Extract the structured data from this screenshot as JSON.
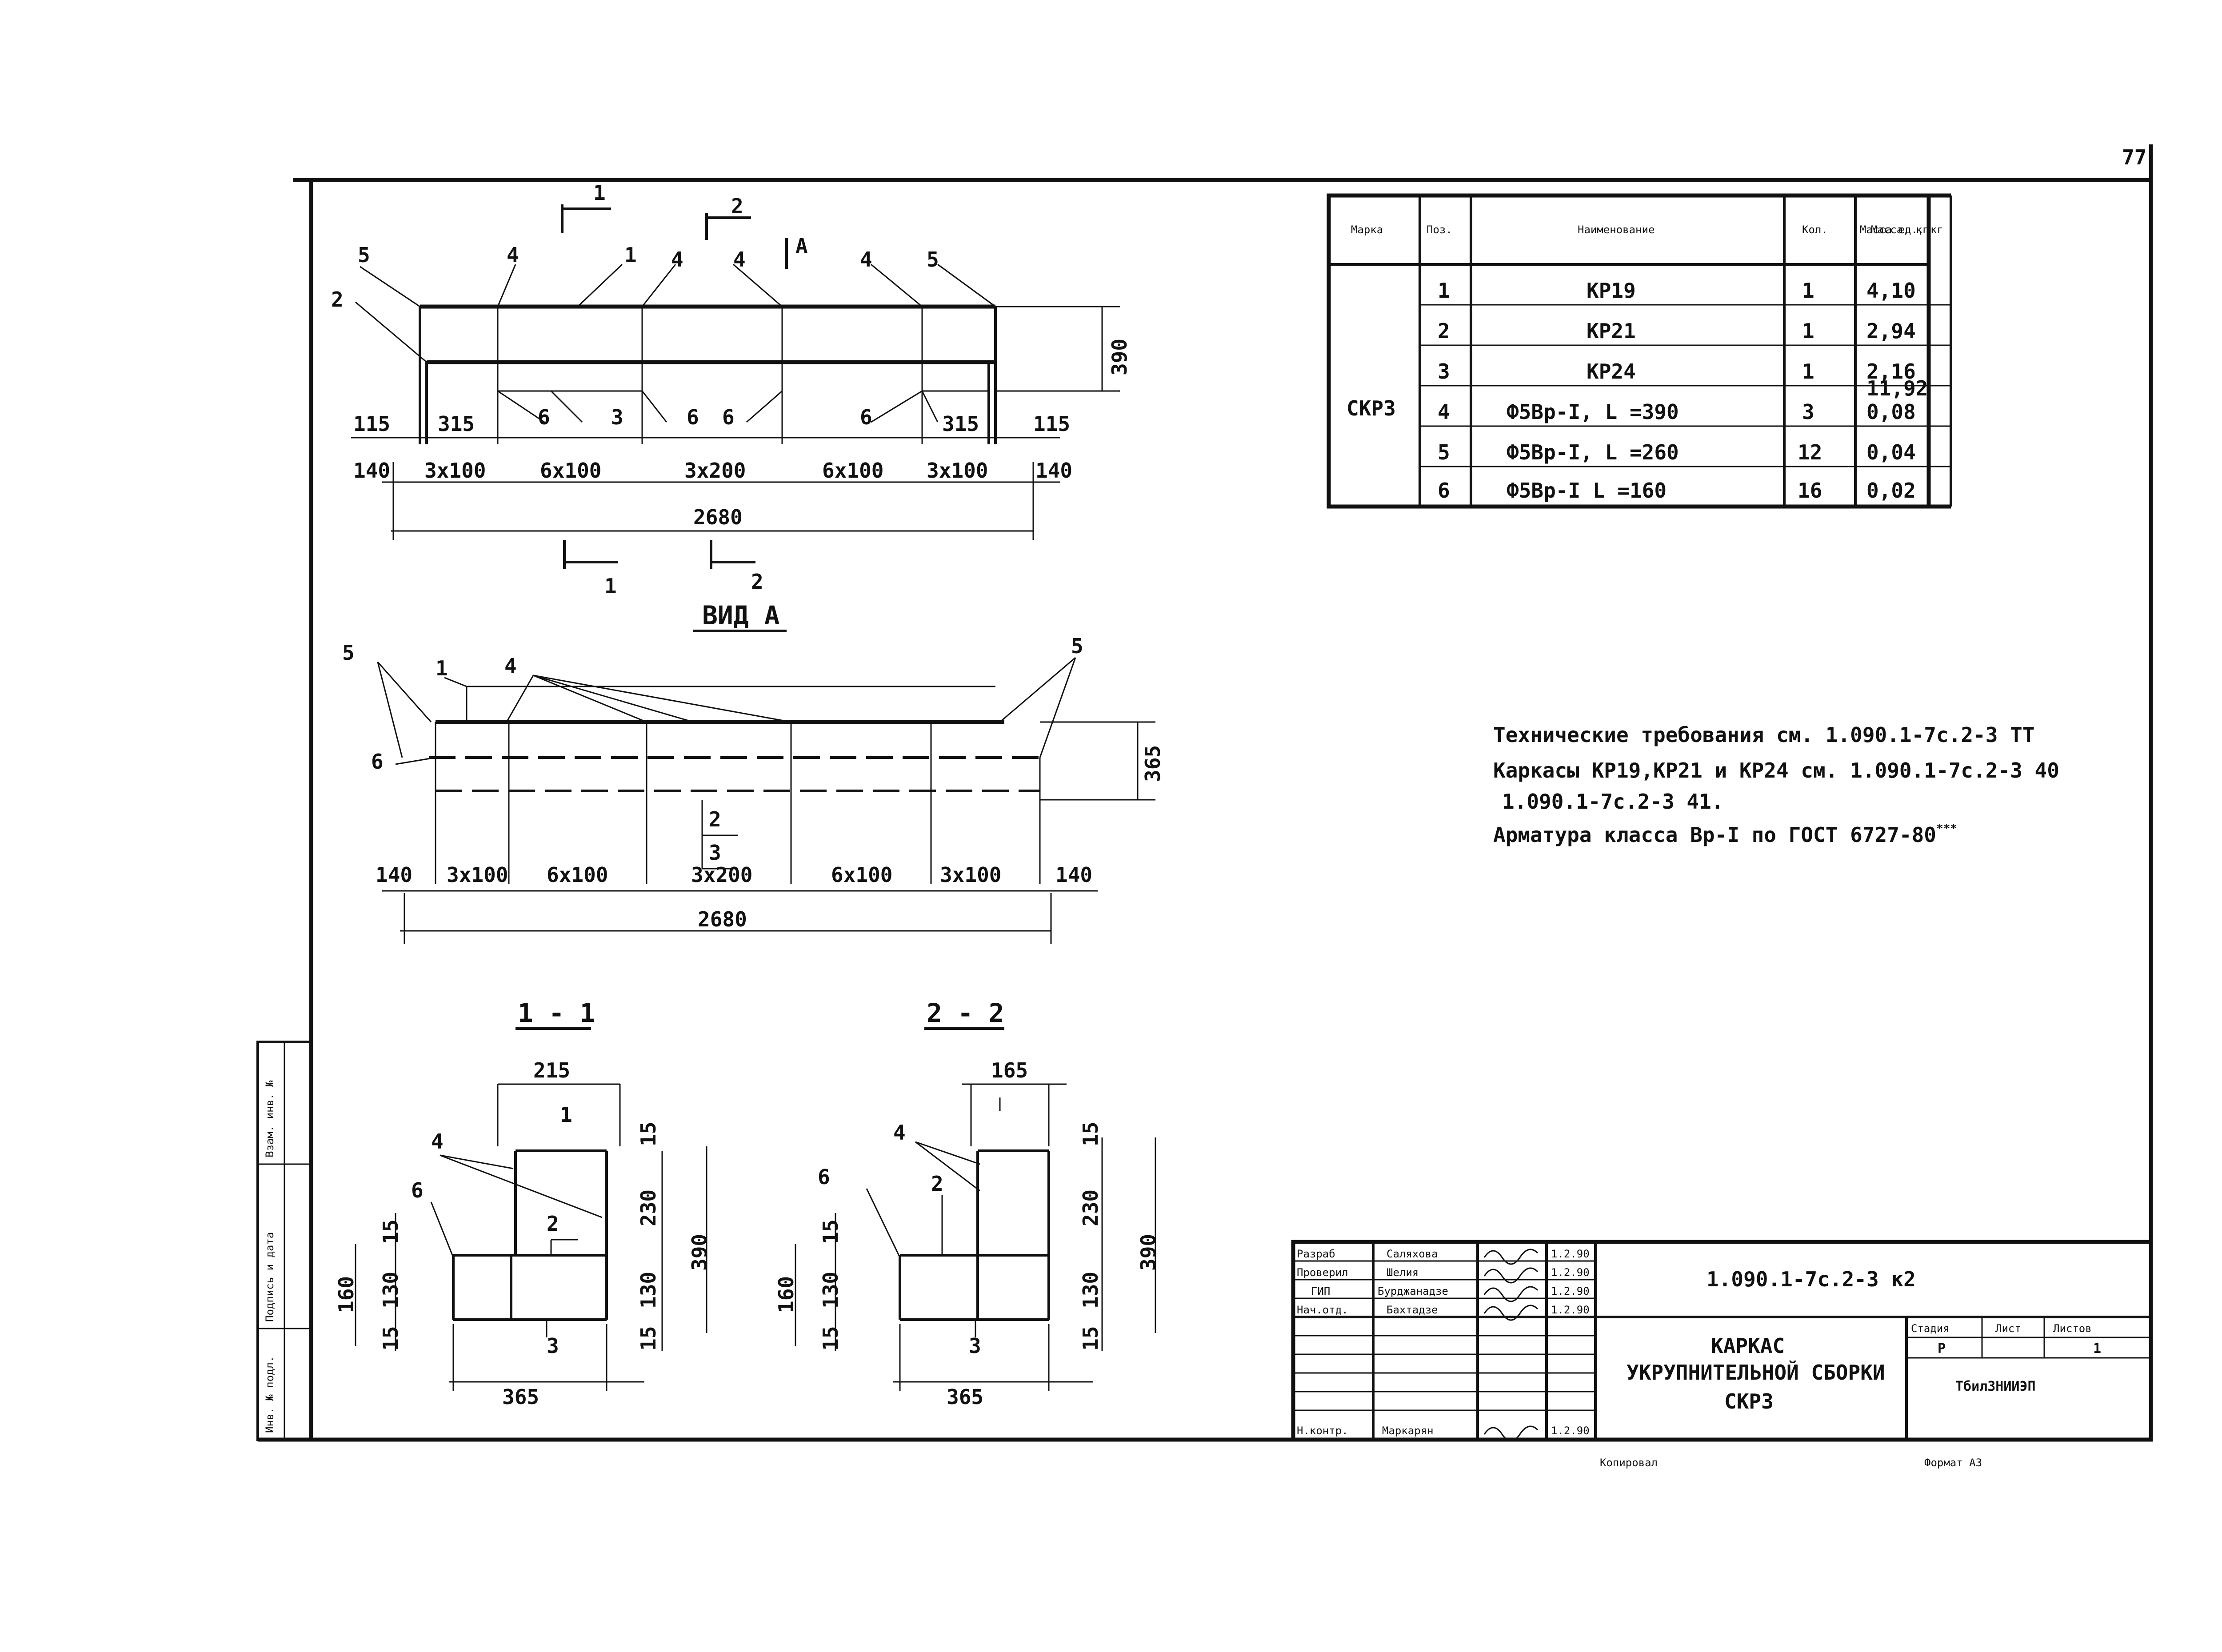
{
  "page_number": "77",
  "table": {
    "headers": [
      "Марка",
      "Поз.",
      "Наименование",
      "Кол.",
      "Масса ед., кг",
      "Масса, кг"
    ],
    "mark": "СКР3",
    "total_mass": "11,92",
    "rows": [
      {
        "pos": "1",
        "name": "КР19",
        "qty": "1",
        "mass": "4,10"
      },
      {
        "pos": "2",
        "name": "КР21",
        "qty": "1",
        "mass": "2,94"
      },
      {
        "pos": "3",
        "name": "КР24",
        "qty": "1",
        "mass": "2,16"
      },
      {
        "pos": "4",
        "name": "Ф5Вр-I, L =390",
        "qty": "3",
        "mass": "0,08"
      },
      {
        "pos": "5",
        "name": "Ф5Вр-I, L =260",
        "qty": "12",
        "mass": "0,04"
      },
      {
        "pos": "6",
        "name": "Ф5Вр-I L =160",
        "qty": "16",
        "mass": "0,02"
      }
    ]
  },
  "top_view": {
    "callouts": [
      "5",
      "4",
      "1",
      "4",
      "4",
      "4",
      "5",
      "2",
      "6",
      "3",
      "6",
      "6",
      "6"
    ],
    "section_marks": [
      "1",
      "2",
      "А",
      "1",
      "2"
    ],
    "dim_row1": [
      "115",
      "315",
      "315",
      "115"
    ],
    "dim_row2": [
      "140",
      "3x100",
      "6x100",
      "3x200",
      "6x100",
      "3x100",
      "140"
    ],
    "overall": "2680",
    "height": "390"
  },
  "view_a": {
    "title": "ВИД А",
    "callouts": [
      "5",
      "1",
      "4",
      "5",
      "6"
    ],
    "fraction_top": "2",
    "fraction_bottom": "3",
    "dim_row": [
      "140",
      "3x100",
      "6x100",
      "3x200",
      "6x100",
      "3x100",
      "140"
    ],
    "overall": "2680",
    "height": "365"
  },
  "section_1": {
    "title": "1 - 1",
    "top_width": "215",
    "bottom_width": "365",
    "labels": [
      "4",
      "6",
      "1",
      "2",
      "3"
    ],
    "dims_left": [
      "160",
      "15",
      "130",
      "15"
    ],
    "dims_right": [
      "15",
      "230",
      "130",
      "15"
    ],
    "height": "390"
  },
  "section_2": {
    "title": "2 - 2",
    "top_width": "165",
    "bottom_width": "365",
    "labels": [
      "4",
      "6",
      "2",
      "3"
    ],
    "dims_left": [
      "160",
      "15",
      "130",
      "15"
    ],
    "dims_right": [
      "15",
      "230",
      "130",
      "15"
    ],
    "height": "390"
  },
  "notes": [
    "Технические требования см. 1.090.1-7с.2-3 ТТ",
    "Каркасы КР19,КР21 и КР24 см. 1.090.1-7с.2-3 40",
    "1.090.1-7с.2-3 41.",
    "Арматура класса Вр-I по ГОСТ 6727-80"
  ],
  "notes_sup": "***",
  "title_block": {
    "doc_code": "1.090.1-7с.2-3 к2",
    "title_lines": [
      "КАРКАС",
      "УКРУПНИТЕЛЬНОЙ СБОРКИ",
      "СКР3"
    ],
    "roles": [
      {
        "role": "Разраб",
        "name": "Саляхова",
        "date": "1.2.90"
      },
      {
        "role": "Проверил",
        "name": "Шелия",
        "date": "1.2.90"
      },
      {
        "role": "ГИП",
        "name": "Бурджанадзе",
        "date": "1.2.90"
      },
      {
        "role": "Нач.отд.",
        "name": "Бахтадзе",
        "date": "1.2.90"
      },
      {
        "role": "Н.контр.",
        "name": "Маркарян",
        "date": "1.2.90"
      }
    ],
    "stage_headers": [
      "Стадия",
      "Лист",
      "Листов"
    ],
    "stage": "Р",
    "sheets": "1",
    "org": "ТбилЗНИИЭП"
  },
  "side_stamp": [
    "Инв. № подл.",
    "Подпись и дата",
    "Взам. инв. №"
  ],
  "footer": {
    "copied": "Копировал",
    "format": "Формат А3"
  }
}
